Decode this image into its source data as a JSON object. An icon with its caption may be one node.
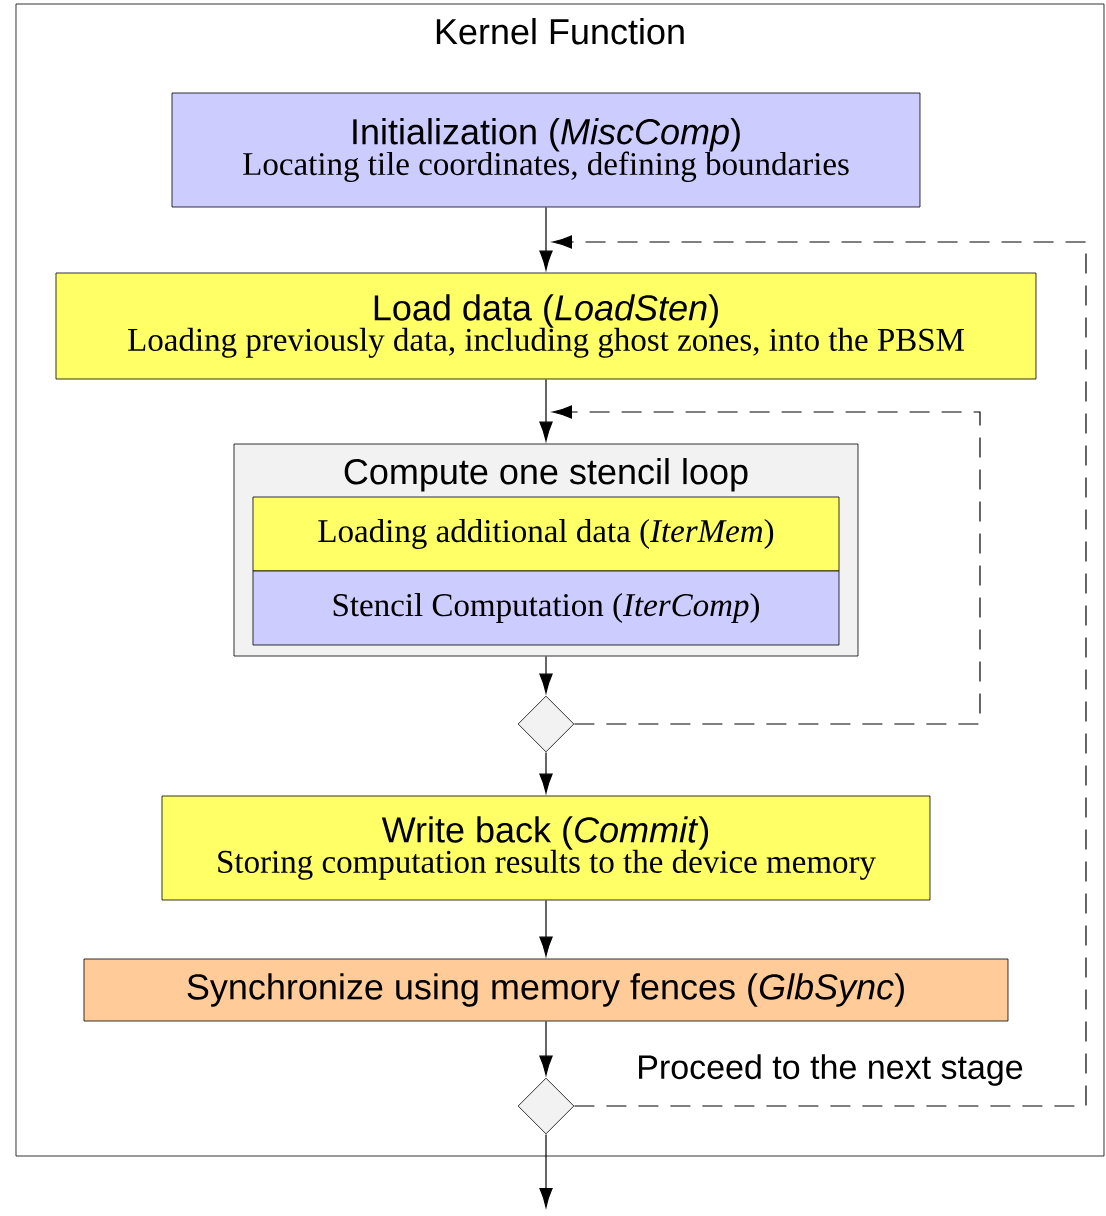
{
  "diagram": {
    "nodes": [
      {
        "text": [
          "Kernel Function"
        ]
      },
      {
        "text": [
          "Initialization (*MiscComp*)",
          "Locating tile coordinates, defining boundaries"
        ],
        "in": 0
      },
      {
        "text": [
          "Load data (*LoadSten*)",
          "Loading previously data, including ghost zones, into the PBSM"
        ],
        "in": 0
      },
      {
        "text": [
          "Compute one stencil loop"
        ],
        "in": 0
      },
      {
        "text": [
          "Loading additional data (*IterMem*)"
        ],
        "in": 3
      },
      {
        "text": [
          "Stencil Computation (*IterComp*)"
        ],
        "in": 3
      },
      {
        "text": [],
        "shape": "diamond",
        "in": 0
      },
      {
        "text": [
          "Write back (*Commit*)",
          "Storing computation results to the device memory"
        ],
        "in": 0
      },
      {
        "text": [
          "Synchronize using memory fences (*GlbSync*)"
        ],
        "in": 0
      },
      {
        "text": [],
        "shape": "diamond",
        "in": 0
      }
    ],
    "edges": [
      {
        "from": 1,
        "to": 2,
        "arrow": "to"
      },
      {
        "from": 2,
        "to": 3,
        "arrow": "to"
      },
      {
        "from": 3,
        "to": 6,
        "arrow": "to"
      },
      {
        "from": 6,
        "to": 3,
        "arrow": "to",
        "style": "dashed"
      },
      {
        "from": 6,
        "to": 7,
        "arrow": "to"
      },
      {
        "from": 7,
        "to": 8,
        "arrow": "to"
      },
      {
        "from": 8,
        "to": 9,
        "arrow": "to"
      },
      {
        "from": 9,
        "to": 2,
        "arrow": "to",
        "style": "dashed",
        "label": "Proceed to the next stage"
      },
      {
        "from": 9,
        "to": null,
        "arrow": "to"
      }
    ]
  }
}
